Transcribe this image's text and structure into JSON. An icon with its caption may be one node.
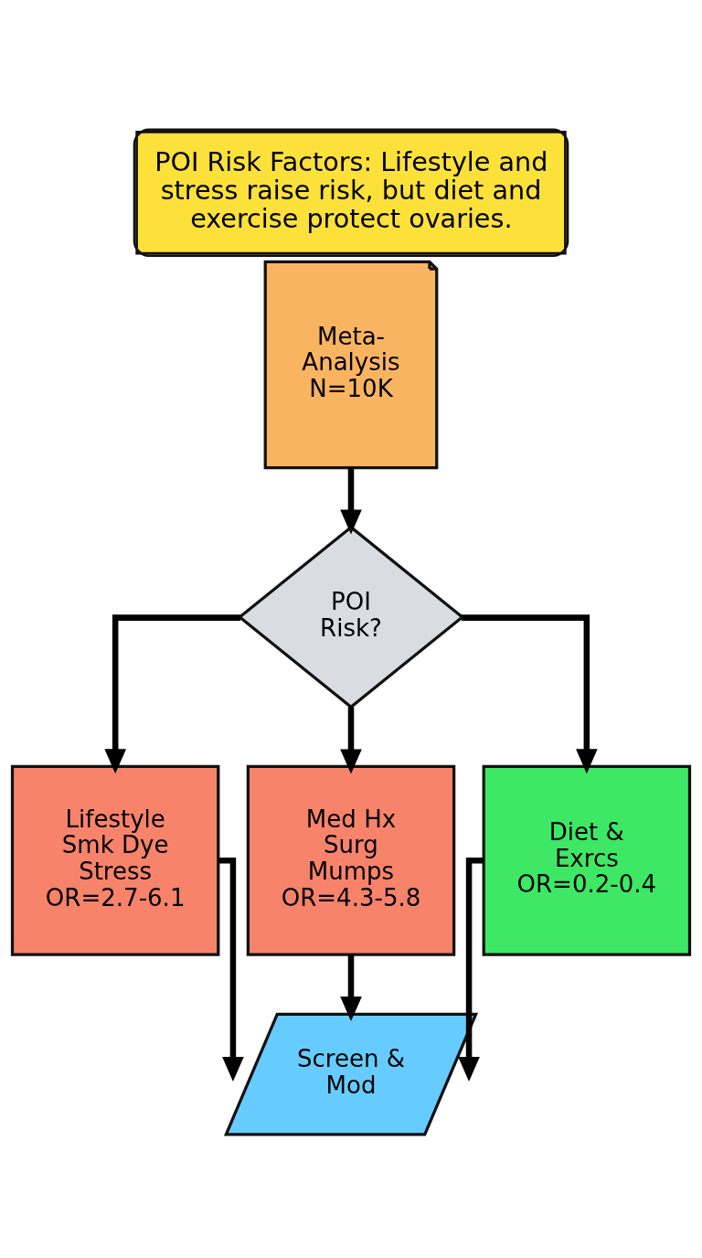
{
  "diagram": {
    "title": "POI Risk Factors: Lifestyle and stress raise risk, but diet and exercise protect ovaries.",
    "nodes": [
      {
        "text": [
          "Meta-Analysis N=10K"
        ]
      },
      {
        "text": [
          "POI Risk?"
        ]
      },
      {
        "text": [
          "Lifestyle Smk Dye Stress",
          "OR=2.7-6.1"
        ]
      },
      {
        "text": [
          "Med Hx Surg Mumps",
          "OR=4.3-5.8"
        ]
      },
      {
        "text": [
          "Diet & Exrcs",
          "OR=0.2-0.4"
        ]
      },
      {
        "text": [
          "Screen & Mod"
        ]
      }
    ],
    "edges": [
      {
        "from": 0,
        "to": 1,
        "arrow": "to"
      },
      {
        "from": 1,
        "to": 2,
        "arrow": "to"
      },
      {
        "from": 1,
        "to": 3,
        "arrow": "to"
      },
      {
        "from": 1,
        "to": 4,
        "arrow": "to"
      },
      {
        "from": 2,
        "to": 5,
        "arrow": "to"
      },
      {
        "from": 3,
        "to": 5,
        "arrow": "to"
      },
      {
        "from": 4,
        "to": 5,
        "arrow": "to"
      }
    ]
  }
}
